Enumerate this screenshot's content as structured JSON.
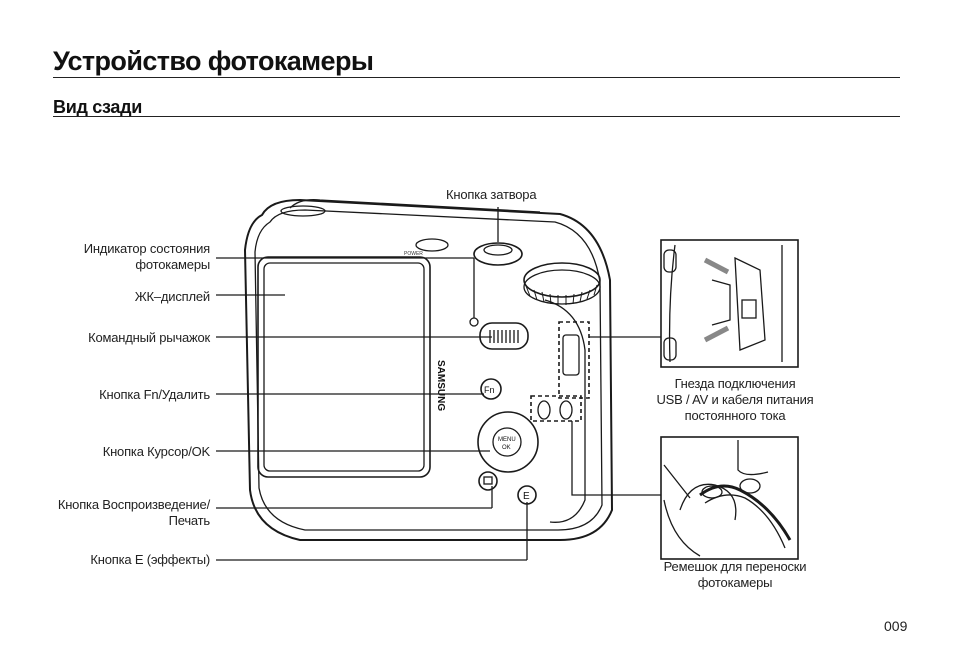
{
  "header": {
    "title": "Устройство фотокамеры",
    "subtitle": "Вид сзади"
  },
  "labels": {
    "shutter_button": "Кнопка затвора",
    "status_indicator": [
      "Индикатор состояния",
      "фотокамеры"
    ],
    "lcd": "ЖК–дисплей",
    "zoom_lever": "Командный рычажок",
    "fn_delete": "Кнопка Fn/Удалить",
    "cursor_ok": "Кнопка Курсор/OK",
    "play_print": [
      "Кнопка Воспроизведение/",
      "Печать"
    ],
    "e_button": "Кнопка E (эффекты)",
    "connector": [
      "Гнезда подключения",
      "USB / AV и кабеля питания",
      "постоянного тока"
    ],
    "strap": [
      "Ремешок для переноски",
      "фотокамеры"
    ]
  },
  "camera_marks": {
    "brand": "SAMSUNG",
    "menu_ok": [
      "MENU",
      "OK"
    ],
    "fn": "Fn",
    "e": "E",
    "power": "POWER"
  },
  "footer": {
    "page_number": "009"
  }
}
